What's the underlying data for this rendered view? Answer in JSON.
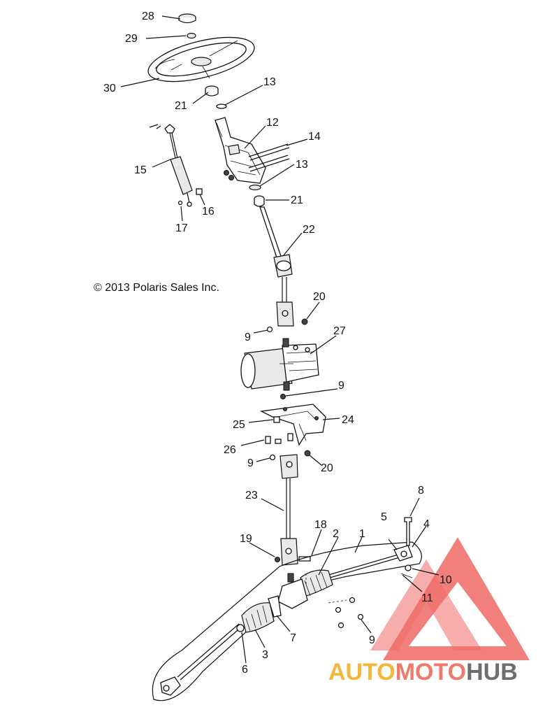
{
  "copyright": "© 2013 Polaris Sales Inc.",
  "watermark": {
    "word_parts": [
      "AUTO",
      "MOTO",
      "HUB"
    ],
    "colors": {
      "auto": "#f5b63c",
      "moto": "#f07a6a",
      "hub": "#6d6d6d",
      "triangle": "#ee6a66"
    }
  },
  "callouts": [
    {
      "id": "c28",
      "label": "28"
    },
    {
      "id": "c29",
      "label": "29"
    },
    {
      "id": "c30",
      "label": "30"
    },
    {
      "id": "c13a",
      "label": "13"
    },
    {
      "id": "c21a",
      "label": "21"
    },
    {
      "id": "c12",
      "label": "12"
    },
    {
      "id": "c14",
      "label": "14"
    },
    {
      "id": "c13b",
      "label": "13"
    },
    {
      "id": "c21b",
      "label": "21"
    },
    {
      "id": "c15",
      "label": "15"
    },
    {
      "id": "c16",
      "label": "16"
    },
    {
      "id": "c17",
      "label": "17"
    },
    {
      "id": "c22",
      "label": "22"
    },
    {
      "id": "c20a",
      "label": "20"
    },
    {
      "id": "c9a",
      "label": "9"
    },
    {
      "id": "c27",
      "label": "27"
    },
    {
      "id": "c9b",
      "label": "9"
    },
    {
      "id": "c25",
      "label": "25"
    },
    {
      "id": "c24",
      "label": "24"
    },
    {
      "id": "c26",
      "label": "26"
    },
    {
      "id": "c9c",
      "label": "9"
    },
    {
      "id": "c20b",
      "label": "20"
    },
    {
      "id": "c23",
      "label": "23"
    },
    {
      "id": "c8",
      "label": "8"
    },
    {
      "id": "c5",
      "label": "5"
    },
    {
      "id": "c4",
      "label": "4"
    },
    {
      "id": "c18",
      "label": "18"
    },
    {
      "id": "c2",
      "label": "2"
    },
    {
      "id": "c1",
      "label": "1"
    },
    {
      "id": "c19",
      "label": "19"
    },
    {
      "id": "c10",
      "label": "10"
    },
    {
      "id": "c11",
      "label": "11"
    },
    {
      "id": "c7",
      "label": "7"
    },
    {
      "id": "c3",
      "label": "3"
    },
    {
      "id": "c6",
      "label": "6"
    },
    {
      "id": "c9d",
      "label": "9"
    }
  ]
}
